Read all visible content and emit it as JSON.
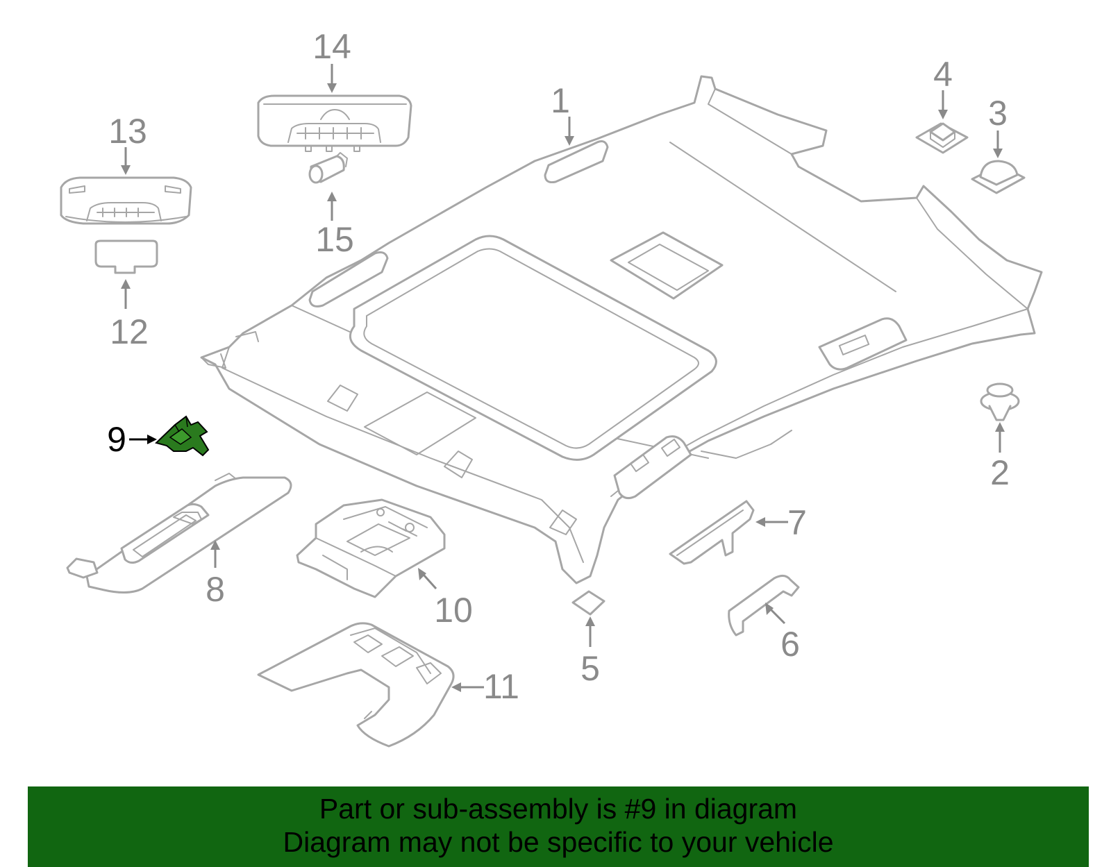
{
  "colors": {
    "banner_bg": "#116611",
    "banner_text": "#000000",
    "highlight_part": "#2a7a1e",
    "part_outline": "#a6a6a6",
    "callout_gray": "#8a8a8a",
    "callout_highlight": "#000000"
  },
  "callouts": [
    {
      "id": "1",
      "text": "1"
    },
    {
      "id": "2",
      "text": "2"
    },
    {
      "id": "3",
      "text": "3"
    },
    {
      "id": "4",
      "text": "4"
    },
    {
      "id": "5",
      "text": "5"
    },
    {
      "id": "6",
      "text": "6"
    },
    {
      "id": "7",
      "text": "7"
    },
    {
      "id": "8",
      "text": "8"
    },
    {
      "id": "9",
      "text": "9"
    },
    {
      "id": "10",
      "text": "10"
    },
    {
      "id": "11",
      "text": "11"
    },
    {
      "id": "12",
      "text": "12"
    },
    {
      "id": "13",
      "text": "13"
    },
    {
      "id": "14",
      "text": "14"
    },
    {
      "id": "15",
      "text": "15"
    }
  ],
  "highlighted_part": "9",
  "banner": {
    "line1": "Part or sub-assembly is #9 in diagram",
    "line2": "Diagram may not be specific to your vehicle"
  }
}
